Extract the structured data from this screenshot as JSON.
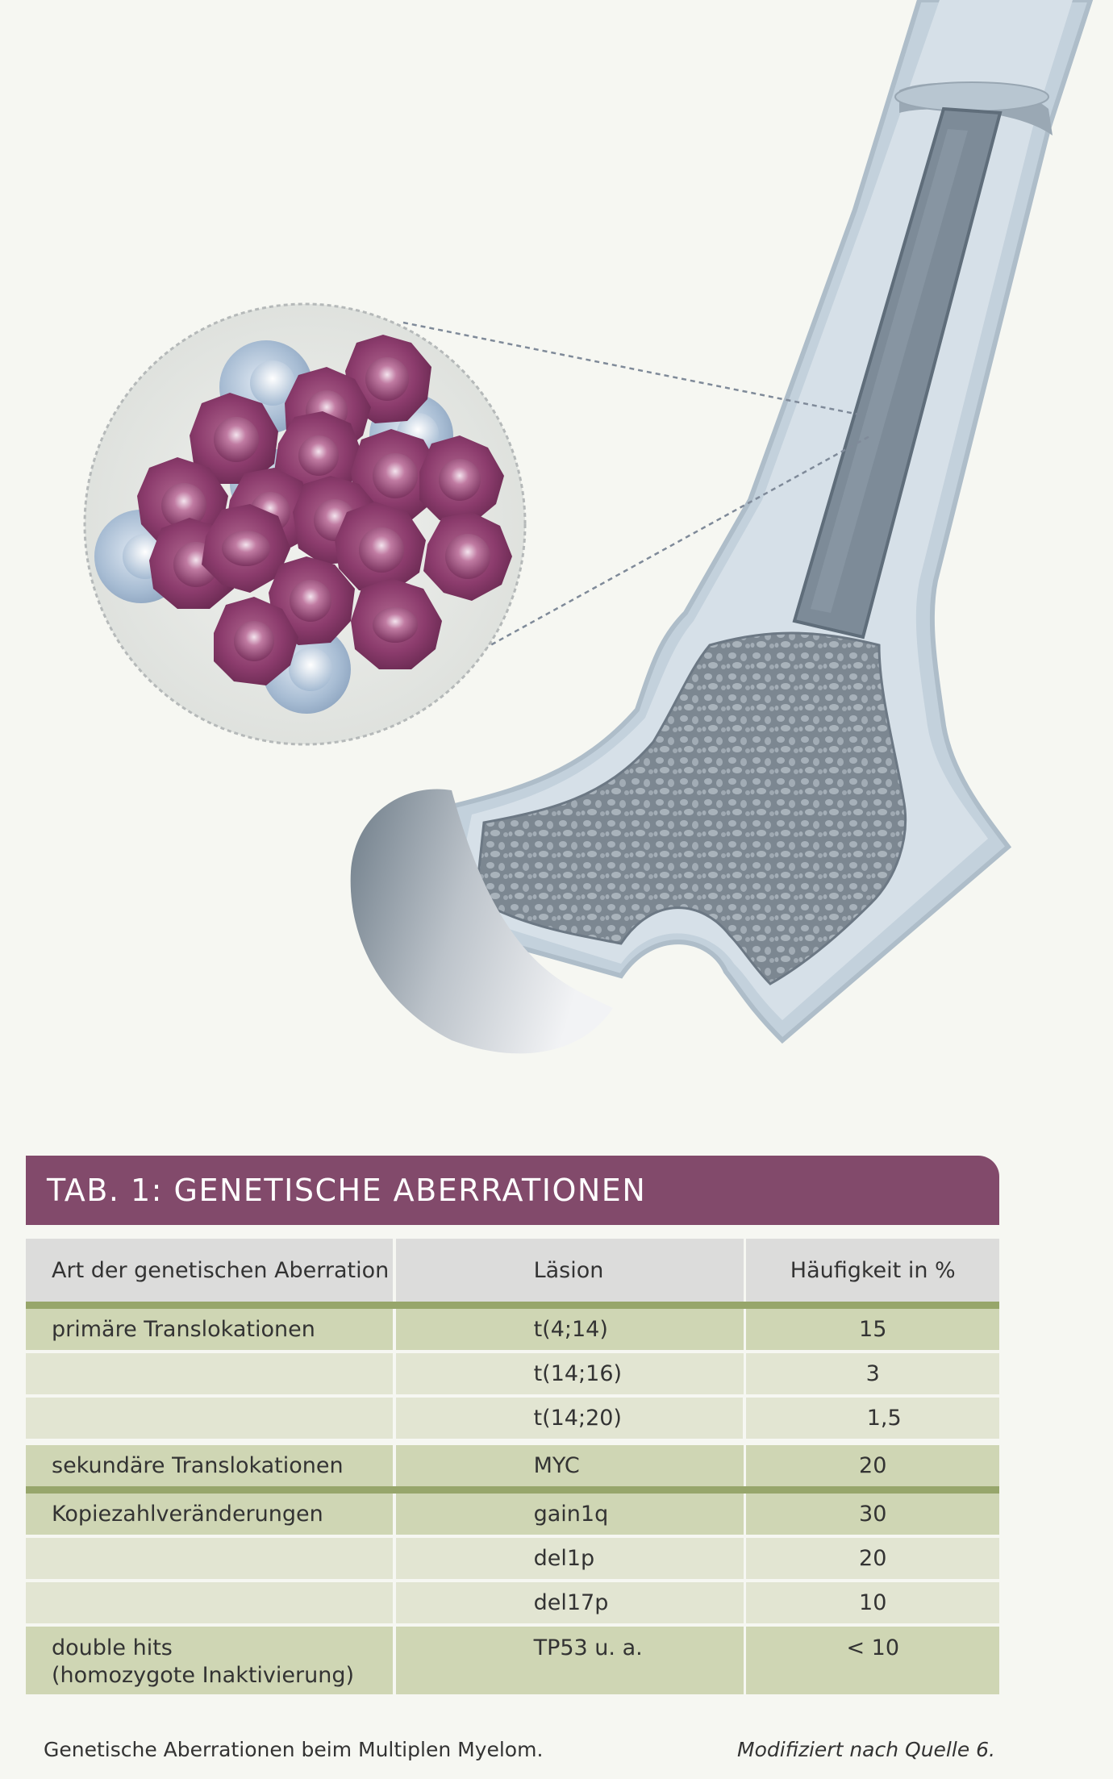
{
  "table": {
    "title": "TAB. 1: GENETISCHE ABERRATIONEN",
    "headers": [
      "Art der genetischen Aberration",
      "Läsion",
      "Häufigkeit in %"
    ],
    "rows": [
      {
        "type": "primäre Translokationen",
        "type2": "",
        "lesion": "t(4;14)",
        "freq": "15"
      },
      {
        "type": "",
        "type2": "",
        "lesion": "t(14;16)",
        "freq": "3"
      },
      {
        "type": "",
        "type2": "",
        "lesion": "t(14;20)",
        "freq": "1,5"
      },
      {
        "type": "sekundäre Translokationen",
        "type2": "",
        "lesion": "MYC",
        "freq": "20"
      },
      {
        "type": "Kopiezahlveränderungen",
        "type2": "",
        "lesion": "gain1q",
        "freq": "30"
      },
      {
        "type": "",
        "type2": "",
        "lesion": "del1p",
        "freq": "20"
      },
      {
        "type": "",
        "type2": "",
        "lesion": "del17p",
        "freq": "10"
      },
      {
        "type": "double hits",
        "type2": "(homozygote Inaktivierung)",
        "lesion": "TP53 u. a.",
        "freq": "< 10"
      }
    ]
  },
  "caption": {
    "text": "Genetische Aberrationen beim Multiplen Myelom.",
    "source": "Modifiziert nach Quelle 6."
  },
  "colors": {
    "title_bar": "#824a6b",
    "header_bg": "#dcdcdb",
    "rule": "#97a66b",
    "row_dark": "#cfd6b4",
    "row_light": "#e2e5d2",
    "myeloma_cell": "#8a3b6c",
    "normal_cell": "#a9bdd4",
    "bone": "#c2d0dc"
  }
}
